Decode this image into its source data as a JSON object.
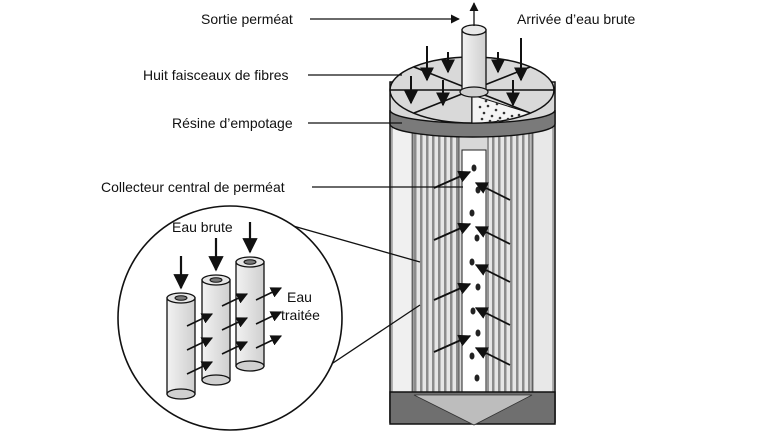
{
  "labels": {
    "sortie_permeat": "Sortie perméat",
    "arrivee_eau_brute": "Arrivée d’eau brute",
    "huit_faisceaux": "Huit faisceaux de fibres",
    "resine": "Résine d’empotage",
    "collecteur": "Collecteur central de perméat",
    "eau_brute": "Eau brute",
    "eau": "Eau",
    "traitee": "traitée"
  },
  "colors": {
    "shell_light": "#d6d6d6",
    "shell_dark": "#6f6f6f",
    "fibers": "#9a9a9a",
    "stroke": "#111111"
  }
}
